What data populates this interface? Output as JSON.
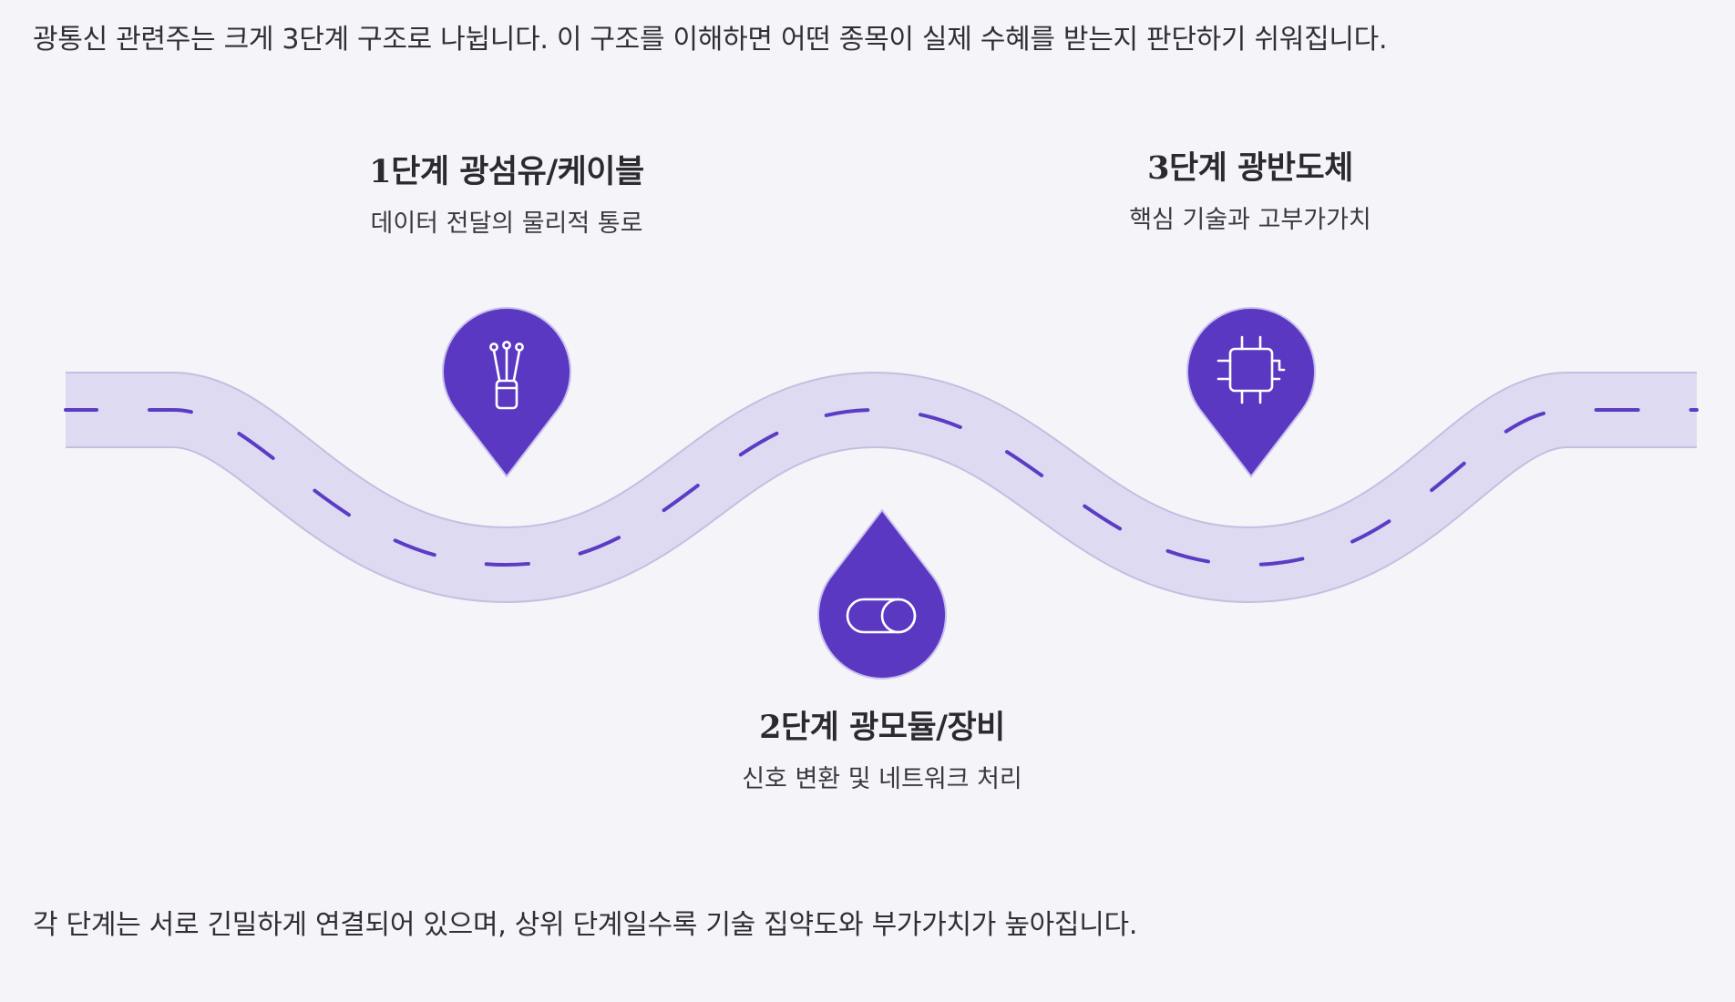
{
  "intro_text": "광통신 관련주는 크게 3단계 구조로 나뉩니다. 이 구조를 이해하면 어떤 종목이 실제 수혜를 받는지 판단하기 쉬워집니다.",
  "outro_text": "각 단계는 서로 긴밀하게 연결되어 있으며, 상위 단계일수록 기술 집약도와 부가가치가 높아집니다.",
  "stages": [
    {
      "title": "1단계 광섬유/케이블",
      "description": "데이터 전달의 물리적 통로",
      "icon": "fiber-optic-cable-icon"
    },
    {
      "title": "2단계 광모듈/장비",
      "description": "신호 변환 및 네트워크 처리",
      "icon": "optical-module-icon"
    },
    {
      "title": "3단계 광반도체",
      "description": "핵심 기술과 고부가가치",
      "icon": "chip-icon"
    }
  ],
  "colors": {
    "road": "#dedaf2",
    "road_edge": "#c4bee0",
    "lane_dash": "#5b3cc4",
    "marker": "#5a38c2",
    "background": "#f5f4f9"
  }
}
